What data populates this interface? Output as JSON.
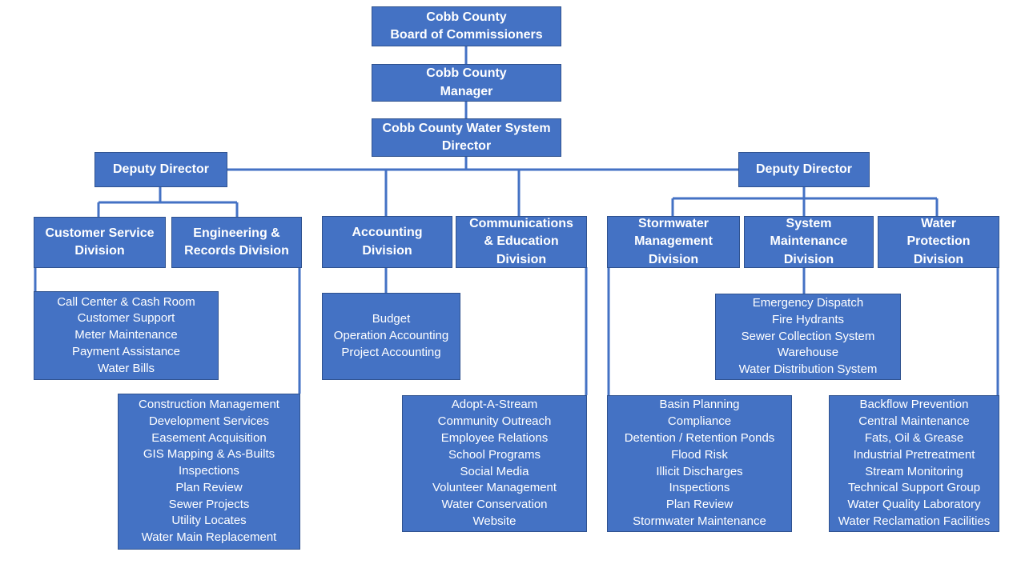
{
  "colors": {
    "box_fill": "#4472c4",
    "box_border": "#2f528f",
    "connector": "#4472c4",
    "text": "#ffffff"
  },
  "boxes": {
    "board": {
      "lines": [
        "Cobb County",
        "Board of Commissioners"
      ]
    },
    "manager": {
      "lines": [
        "Cobb County",
        "Manager"
      ]
    },
    "director": {
      "lines": [
        "Cobb County Water System",
        "Director"
      ]
    },
    "deputy_left": {
      "lines": [
        "Deputy Director"
      ]
    },
    "deputy_right": {
      "lines": [
        "Deputy Director"
      ]
    },
    "customer_service": {
      "lines": [
        "Customer Service",
        "Division"
      ]
    },
    "engineering": {
      "lines": [
        "Engineering &",
        "Records Division"
      ]
    },
    "accounting": {
      "lines": [
        "Accounting",
        "Division"
      ]
    },
    "communications": {
      "lines": [
        "Communications",
        "& Education",
        "Division"
      ]
    },
    "stormwater": {
      "lines": [
        "Stormwater",
        "Management",
        "Division"
      ]
    },
    "system_maintenance": {
      "lines": [
        "System",
        "Maintenance",
        "Division"
      ]
    },
    "water_protection": {
      "lines": [
        "Water",
        "Protection",
        "Division"
      ]
    },
    "customer_service_list": {
      "lines": [
        "Call Center & Cash Room",
        "Customer Support",
        "Meter Maintenance",
        "Payment Assistance",
        "Water Bills"
      ]
    },
    "engineering_list": {
      "lines": [
        "Construction Management",
        "Development Services",
        "Easement Acquisition",
        "GIS Mapping & As-Builts",
        "Inspections",
        "Plan Review",
        "Sewer Projects",
        "Utility Locates",
        "Water Main Replacement"
      ]
    },
    "accounting_list": {
      "lines": [
        "Budget",
        "Operation Accounting",
        "Project Accounting"
      ]
    },
    "communications_list": {
      "lines": [
        "Adopt-A-Stream",
        "Community Outreach",
        "Employee Relations",
        "School Programs",
        "Social Media",
        "Volunteer Management",
        "Water Conservation",
        "Website"
      ]
    },
    "stormwater_list": {
      "lines": [
        "Basin Planning",
        "Compliance",
        "Detention / Retention Ponds",
        "Flood Risk",
        "Illicit Discharges",
        "Inspections",
        "Plan Review",
        "Stormwater Maintenance"
      ]
    },
    "system_maintenance_list": {
      "lines": [
        "Emergency Dispatch",
        "Fire Hydrants",
        "Sewer Collection System",
        "Warehouse",
        "Water Distribution System"
      ]
    },
    "water_protection_list": {
      "lines": [
        "Backflow Prevention",
        "Central Maintenance",
        "Fats, Oil & Grease",
        "Industrial Pretreatment",
        "Stream Monitoring",
        "Technical Support Group",
        "Water Quality Laboratory",
        "Water Reclamation Facilities"
      ]
    }
  }
}
